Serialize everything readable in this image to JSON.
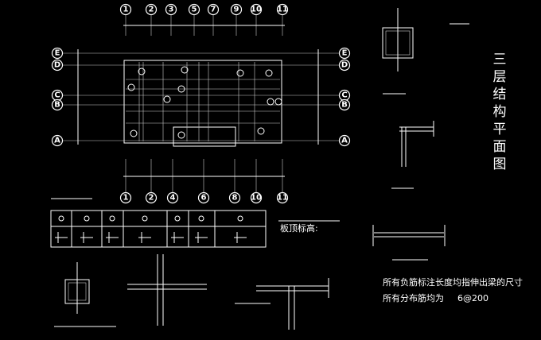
{
  "drawing": {
    "title_chars": [
      "三",
      "层",
      "结",
      "构",
      "平",
      "面",
      "图"
    ],
    "top_axes": [
      "1",
      "2",
      "3",
      "5",
      "7",
      "9",
      "10",
      "11"
    ],
    "bottom_axes": [
      "1",
      "2",
      "4",
      "6",
      "8",
      "10",
      "11"
    ],
    "row_axes": [
      "E",
      "D",
      "C",
      "B",
      "A"
    ],
    "slab_elevation_label": "板顶标高:",
    "note_line1": "所有负筋标注长度均指伸出梁的尺寸",
    "note_line2": "所有分布筋均为",
    "note_line2_value": "6@200",
    "line_color": "#ffffff",
    "background_color": "#000000"
  }
}
